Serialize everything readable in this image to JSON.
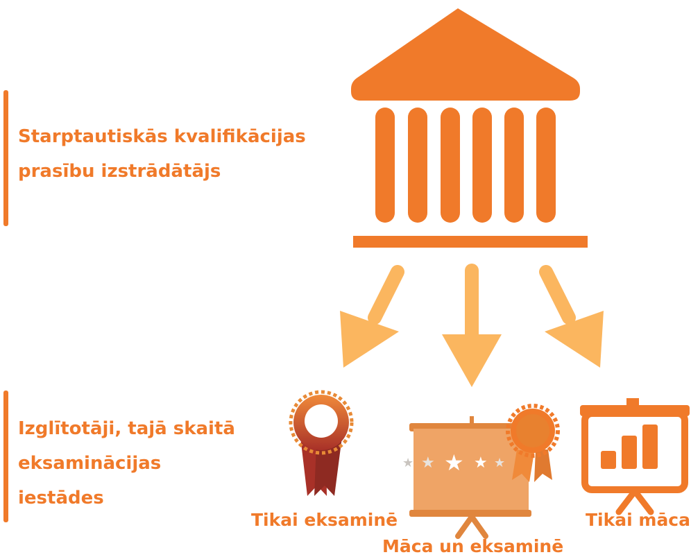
{
  "colors": {
    "accent": "#f07a2a",
    "arrow": "#fbb65f",
    "board": "#efa466",
    "ribbon_dark": "#a83128"
  },
  "icons": {
    "top": "institution-building-icon",
    "arrows": "down-arrow-icon",
    "left": "award-ribbon-icon",
    "center": "presentation-board-with-stars-and-award-icon",
    "right": "presentation-board-bar-chart-icon"
  },
  "top_section": {
    "lines": [
      "Starptautiskās kvalifikācijas",
      "prasību izstrādātājs"
    ]
  },
  "bottom_section": {
    "lines": [
      "Izglītotāji, tajā skaitā",
      "eksaminācijas",
      "iestādes"
    ]
  },
  "captions": {
    "left": "Tikai eksaminē",
    "center": "Māca un eksaminē",
    "right": "Tikai māca"
  }
}
